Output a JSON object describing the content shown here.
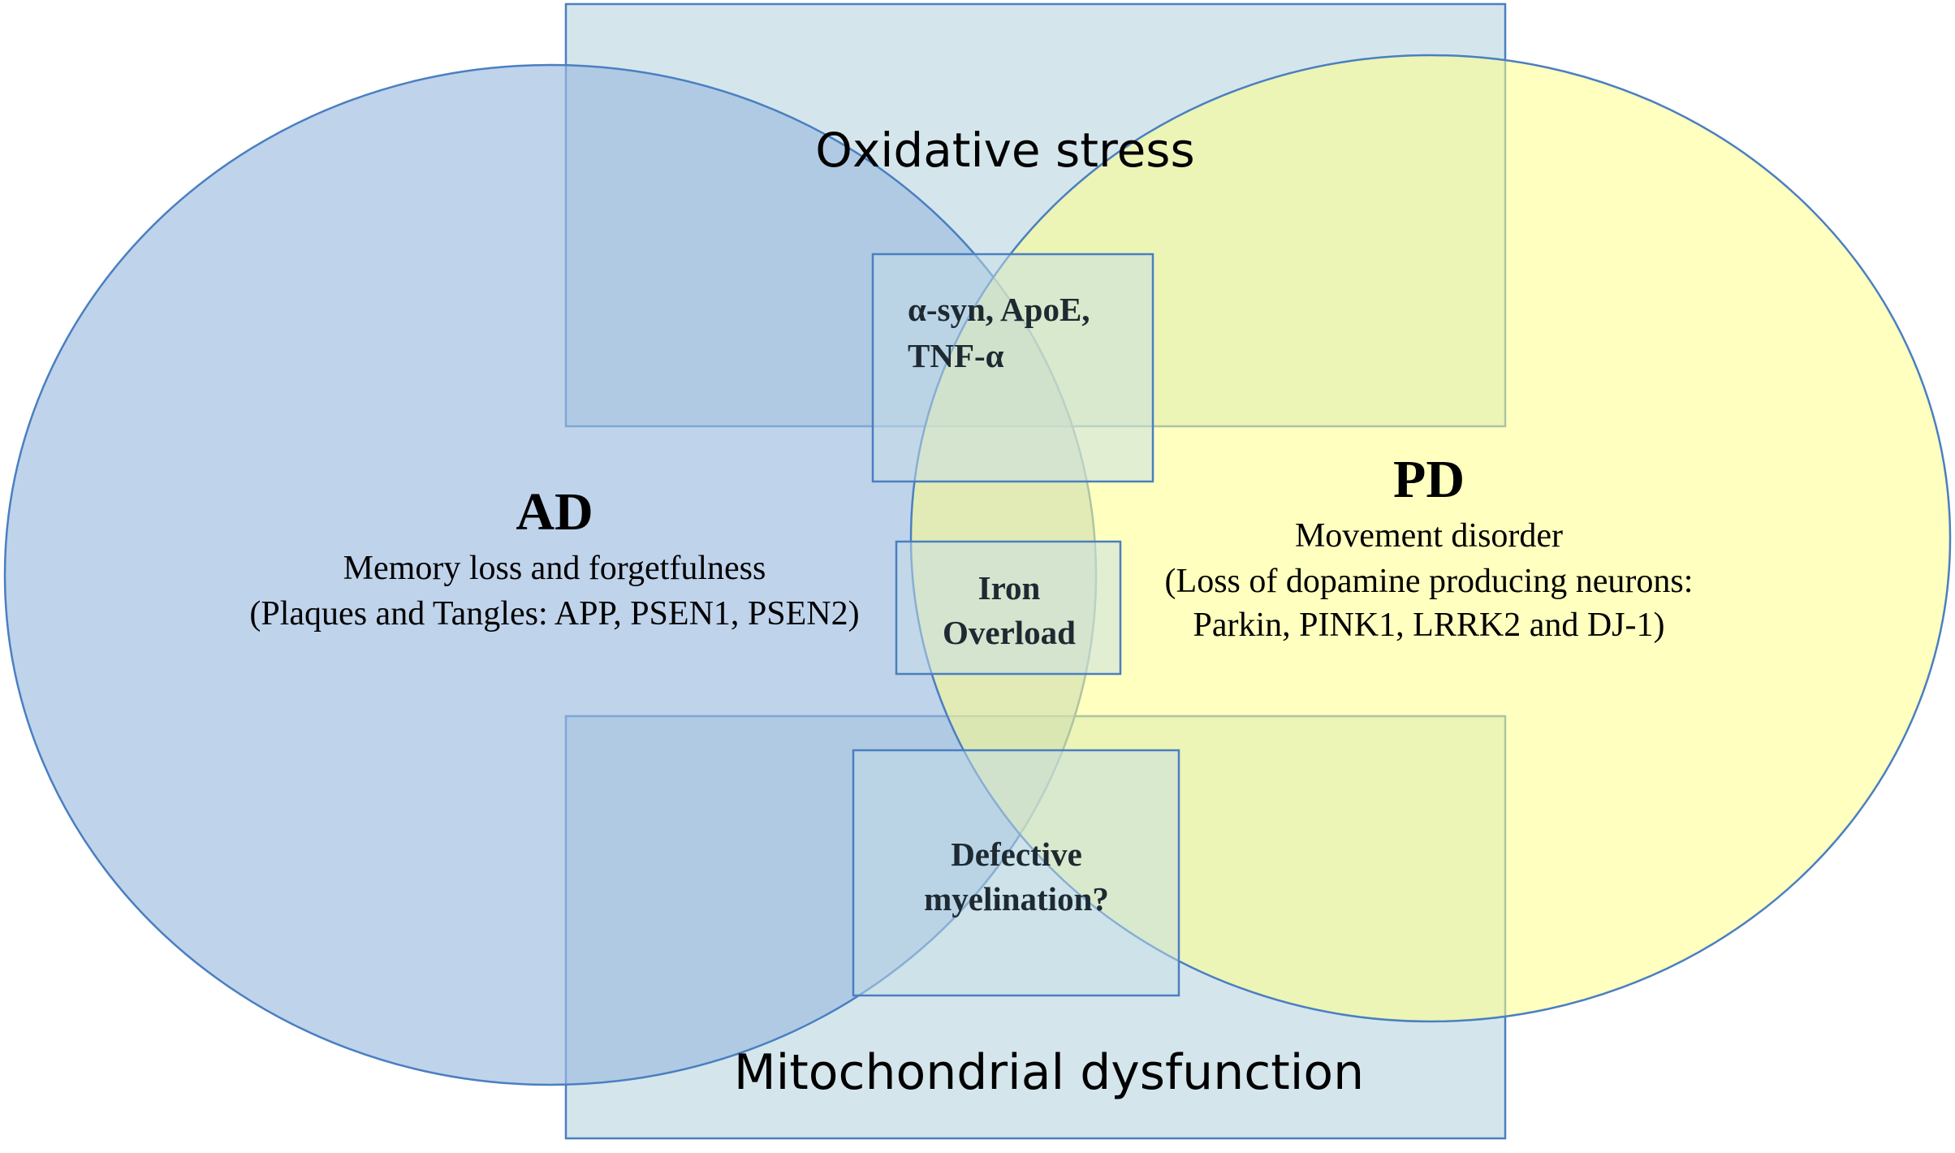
{
  "colors": {
    "ad_fill": "#9DBCE0",
    "pd_fill": "#FFFF8A",
    "box_fill": "#C6DDE6",
    "stroke": "#4A7FC1",
    "text": "#000000",
    "inner_text": "#1E2A32"
  },
  "venn": {
    "ad": {
      "title": "AD",
      "line1": "Memory loss and forgetfulness",
      "line2": "(Plaques and Tangles:  APP, PSEN1, PSEN2)"
    },
    "pd": {
      "title": "PD",
      "line1": "Movement disorder",
      "line2": "(Loss of dopamine producing neurons:",
      "line3": "Parkin, PINK1, LRRK2 and DJ-1)"
    }
  },
  "boxes": {
    "oxidative": {
      "label": "Oxidative stress"
    },
    "mitochondrial": {
      "label": "Mitochondrial dysfunction"
    },
    "genes": {
      "line1": "α-syn, ApoE,",
      "line2": "TNF-α"
    },
    "iron": {
      "line1": "Iron",
      "line2": "Overload"
    },
    "myelin": {
      "line1": "Defective",
      "line2": "myelination?"
    }
  }
}
